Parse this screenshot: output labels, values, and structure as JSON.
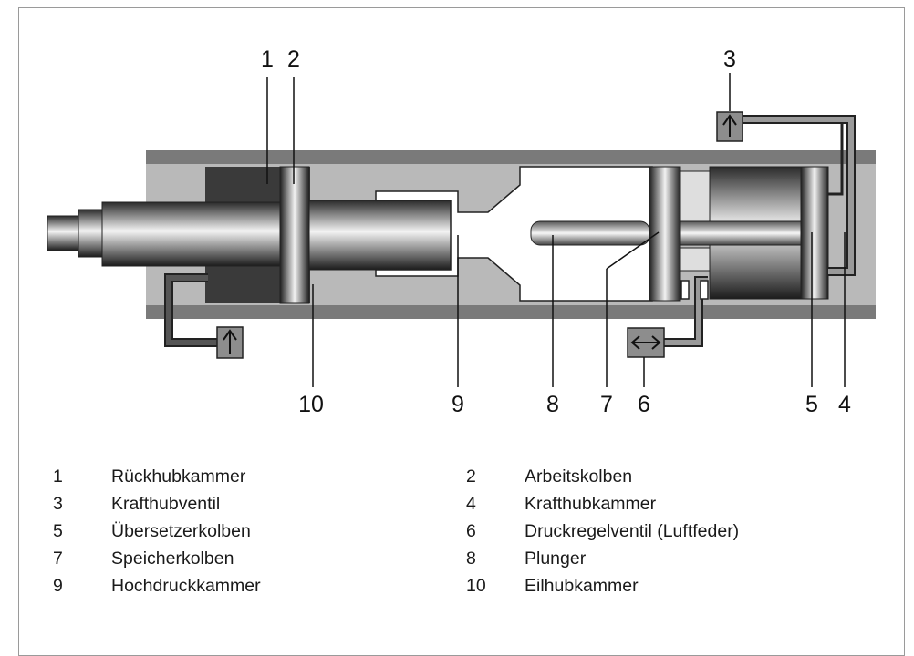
{
  "callouts": {
    "c1": "1",
    "c2": "2",
    "c3": "3",
    "c4": "4",
    "c5": "5",
    "c6": "6",
    "c7": "7",
    "c8": "8",
    "c9": "9",
    "c10": "10"
  },
  "legend": [
    {
      "num": "1",
      "text": "Rückhubkammer"
    },
    {
      "num": "2",
      "text": "Arbeitskolben"
    },
    {
      "num": "3",
      "text": "Krafthubventil"
    },
    {
      "num": "4",
      "text": "Krafthubkammer"
    },
    {
      "num": "5",
      "text": "Übersetzerkolben"
    },
    {
      "num": "6",
      "text": "Druckregelventil (Luftfeder)"
    },
    {
      "num": "7",
      "text": "Speicherkolben"
    },
    {
      "num": "8",
      "text": "Plunger"
    },
    {
      "num": "9",
      "text": "Hochdruckkammer"
    },
    {
      "num": "10",
      "text": "Eilhubkammer"
    }
  ],
  "icons": {
    "valve_up": "arrow-up-icon",
    "valve_bidirectional": "double-arrow-icon"
  },
  "colors": {
    "housing": "#b9b9b9",
    "housing_edge": "#7a7a7a",
    "dark_chamber": "#3a3a3a",
    "valve_fill": "#8d8d8d",
    "pipe": "#333333"
  }
}
